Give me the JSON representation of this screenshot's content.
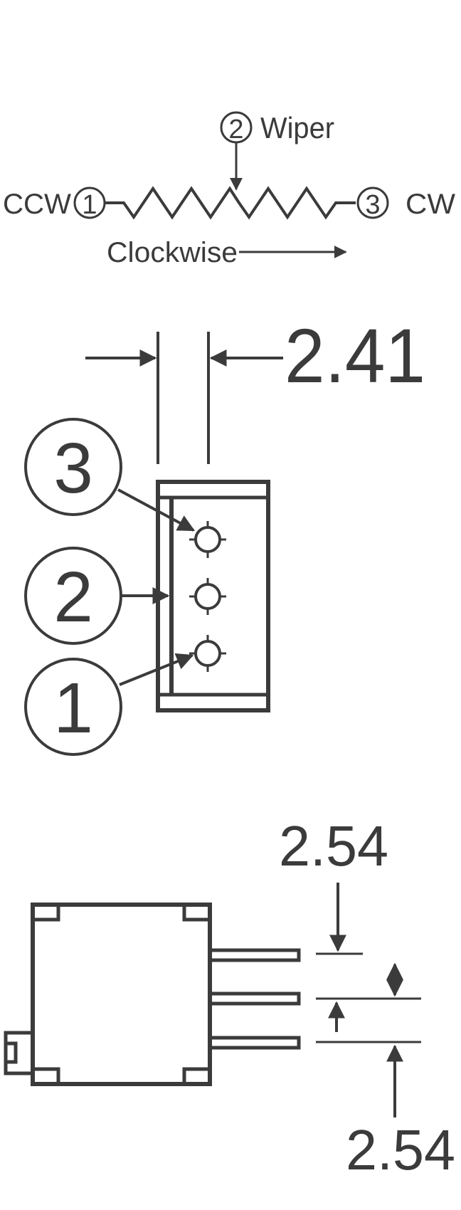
{
  "schematic": {
    "pin1_number": "1",
    "pin2_number": "2",
    "pin3_number": "3",
    "ccw_label": "CCW",
    "cw_label": "CW",
    "wiper_label": "Wiper",
    "direction_label": "Clockwise"
  },
  "top_view": {
    "pin_spacing_dimension": "2.41",
    "pin3_callout": "3",
    "pin2_callout": "2",
    "pin1_callout": "1"
  },
  "side_view": {
    "upper_spacing_dimension": "2.54",
    "lower_spacing_dimension": "2.54"
  },
  "colors": {
    "ink": "#3b3b3b",
    "background": "#ffffff"
  }
}
